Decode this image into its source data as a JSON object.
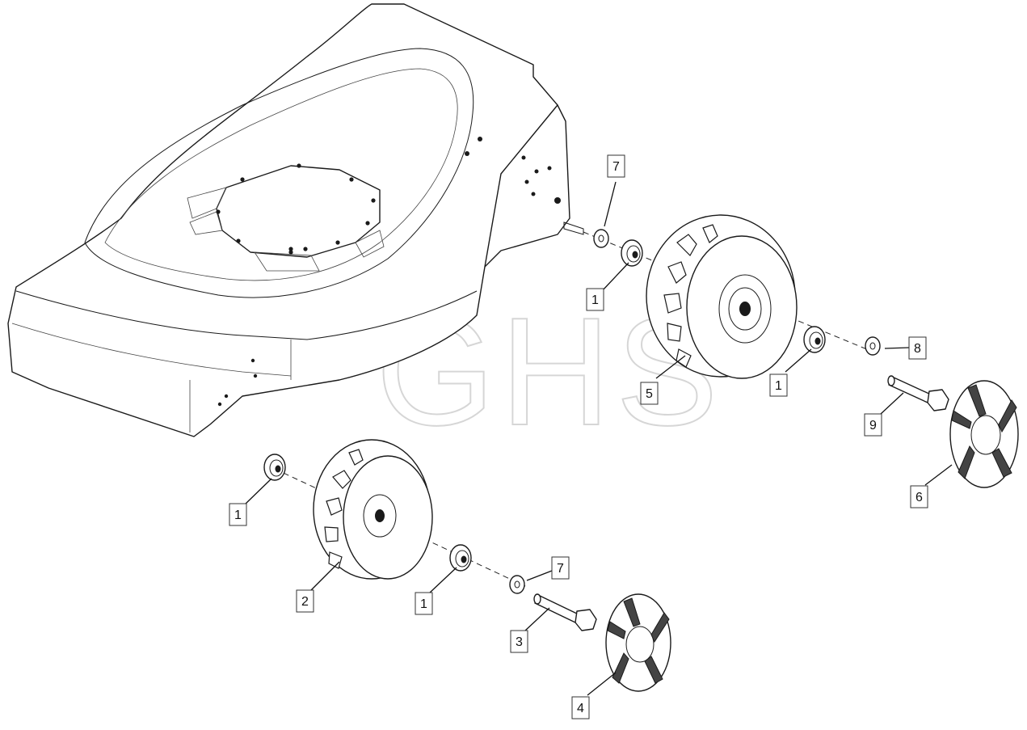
{
  "watermark": "GHS",
  "callouts": [
    {
      "id": "c7a",
      "label": "7"
    },
    {
      "id": "c1a",
      "label": "1"
    },
    {
      "id": "c5",
      "label": "5"
    },
    {
      "id": "c1b",
      "label": "1"
    },
    {
      "id": "c8",
      "label": "8"
    },
    {
      "id": "c9",
      "label": "9"
    },
    {
      "id": "c6",
      "label": "6"
    },
    {
      "id": "c1c",
      "label": "1"
    },
    {
      "id": "c2",
      "label": "2"
    },
    {
      "id": "c1d",
      "label": "1"
    },
    {
      "id": "c7b",
      "label": "7"
    },
    {
      "id": "c3",
      "label": "3"
    },
    {
      "id": "c4",
      "label": "4"
    }
  ]
}
